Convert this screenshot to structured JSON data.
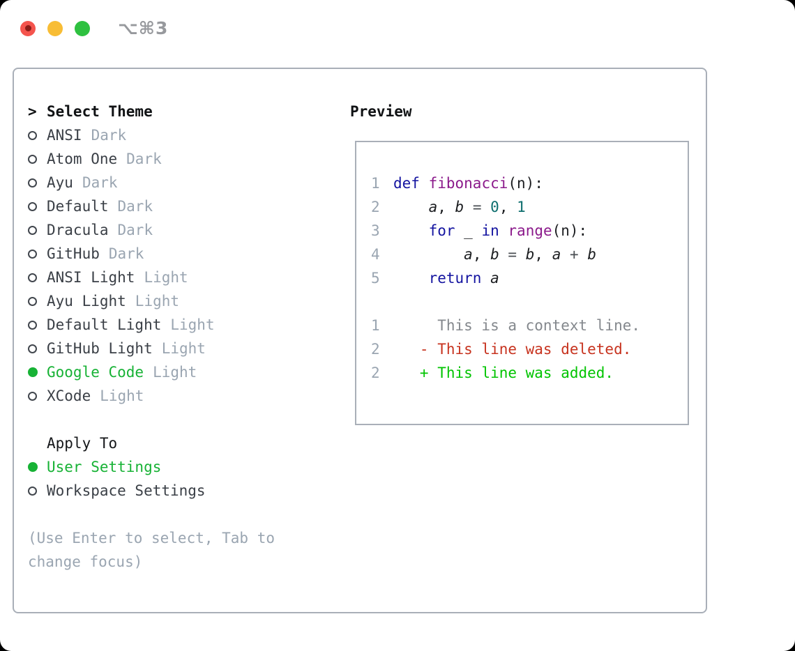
{
  "window": {
    "title_shortcut": "⌥⌘3"
  },
  "colors": {
    "tl_red": "#f4544d",
    "tl_red_dot": "#8c1d18",
    "tl_yellow": "#f8bd35",
    "tl_green": "#2ec140",
    "title_gray": "#97999d",
    "border": "#a9afb8",
    "muted": "#9aa5b1",
    "green_ui": "#17b235",
    "kw": "#1414a0",
    "fn": "#8b1a8b",
    "num": "#0d6e6e",
    "pl": "#1c1e21",
    "op": "#4a4e53",
    "ctx": "#84888d",
    "del": "#c7331f",
    "add": "#00c400"
  },
  "theme_panel": {
    "header": {
      "marker": ">",
      "label": "Select Theme"
    },
    "themes": [
      {
        "name": "ANSI",
        "variant": "Dark",
        "selected": false
      },
      {
        "name": "Atom One",
        "variant": "Dark",
        "selected": false
      },
      {
        "name": "Ayu",
        "variant": "Dark",
        "selected": false
      },
      {
        "name": "Default",
        "variant": "Dark",
        "selected": false
      },
      {
        "name": "Dracula",
        "variant": "Dark",
        "selected": false
      },
      {
        "name": "GitHub",
        "variant": "Dark",
        "selected": false
      },
      {
        "name": "ANSI Light",
        "variant": "Light",
        "selected": false
      },
      {
        "name": "Ayu Light",
        "variant": "Light",
        "selected": false
      },
      {
        "name": "Default Light",
        "variant": "Light",
        "selected": false
      },
      {
        "name": "GitHub Light",
        "variant": "Light",
        "selected": false
      },
      {
        "name": "Google Code",
        "variant": "Light",
        "selected": true
      },
      {
        "name": "XCode",
        "variant": "Light",
        "selected": false
      }
    ],
    "apply_to": {
      "label": "Apply To",
      "options": [
        {
          "name": "User Settings",
          "selected": true
        },
        {
          "name": "Workspace Settings",
          "selected": false
        }
      ]
    },
    "hint_lines": [
      "(Use Enter to select, Tab to",
      "change focus)"
    ]
  },
  "preview": {
    "label": "Preview",
    "code_lines": [
      {
        "num": "1",
        "tokens": [
          {
            "t": "def",
            "c": "kw"
          },
          {
            "t": " ",
            "c": "pl"
          },
          {
            "t": "fibonacci",
            "c": "fn"
          },
          {
            "t": "(n):",
            "c": "pl"
          }
        ]
      },
      {
        "num": "2",
        "tokens": [
          {
            "t": "    ",
            "c": "pl"
          },
          {
            "t": "a",
            "c": "var"
          },
          {
            "t": ", ",
            "c": "pl"
          },
          {
            "t": "b",
            "c": "var"
          },
          {
            "t": " ",
            "c": "pl"
          },
          {
            "t": "=",
            "c": "op"
          },
          {
            "t": " ",
            "c": "pl"
          },
          {
            "t": "0",
            "c": "num"
          },
          {
            "t": ", ",
            "c": "pl"
          },
          {
            "t": "1",
            "c": "num"
          }
        ]
      },
      {
        "num": "3",
        "tokens": [
          {
            "t": "    ",
            "c": "pl"
          },
          {
            "t": "for",
            "c": "kw"
          },
          {
            "t": " _ ",
            "c": "pl"
          },
          {
            "t": "in",
            "c": "kw"
          },
          {
            "t": " ",
            "c": "pl"
          },
          {
            "t": "range",
            "c": "fn"
          },
          {
            "t": "(n):",
            "c": "pl"
          }
        ]
      },
      {
        "num": "4",
        "tokens": [
          {
            "t": "        ",
            "c": "pl"
          },
          {
            "t": "a",
            "c": "var"
          },
          {
            "t": ", ",
            "c": "pl"
          },
          {
            "t": "b",
            "c": "var"
          },
          {
            "t": " ",
            "c": "pl"
          },
          {
            "t": "=",
            "c": "op"
          },
          {
            "t": " ",
            "c": "pl"
          },
          {
            "t": "b",
            "c": "var"
          },
          {
            "t": ", ",
            "c": "pl"
          },
          {
            "t": "a",
            "c": "var"
          },
          {
            "t": " ",
            "c": "pl"
          },
          {
            "t": "+",
            "c": "op"
          },
          {
            "t": " ",
            "c": "pl"
          },
          {
            "t": "b",
            "c": "var"
          }
        ]
      },
      {
        "num": "5",
        "tokens": [
          {
            "t": "    ",
            "c": "pl"
          },
          {
            "t": "return",
            "c": "kw"
          },
          {
            "t": " ",
            "c": "pl"
          },
          {
            "t": "a",
            "c": "var"
          }
        ]
      }
    ],
    "diff_lines": [
      {
        "num": "1",
        "c": "ctx",
        "text": "     This is a context line."
      },
      {
        "num": "2",
        "c": "del",
        "text": "   - This line was deleted."
      },
      {
        "num": "2",
        "c": "add",
        "text": "   + This line was added."
      }
    ]
  }
}
